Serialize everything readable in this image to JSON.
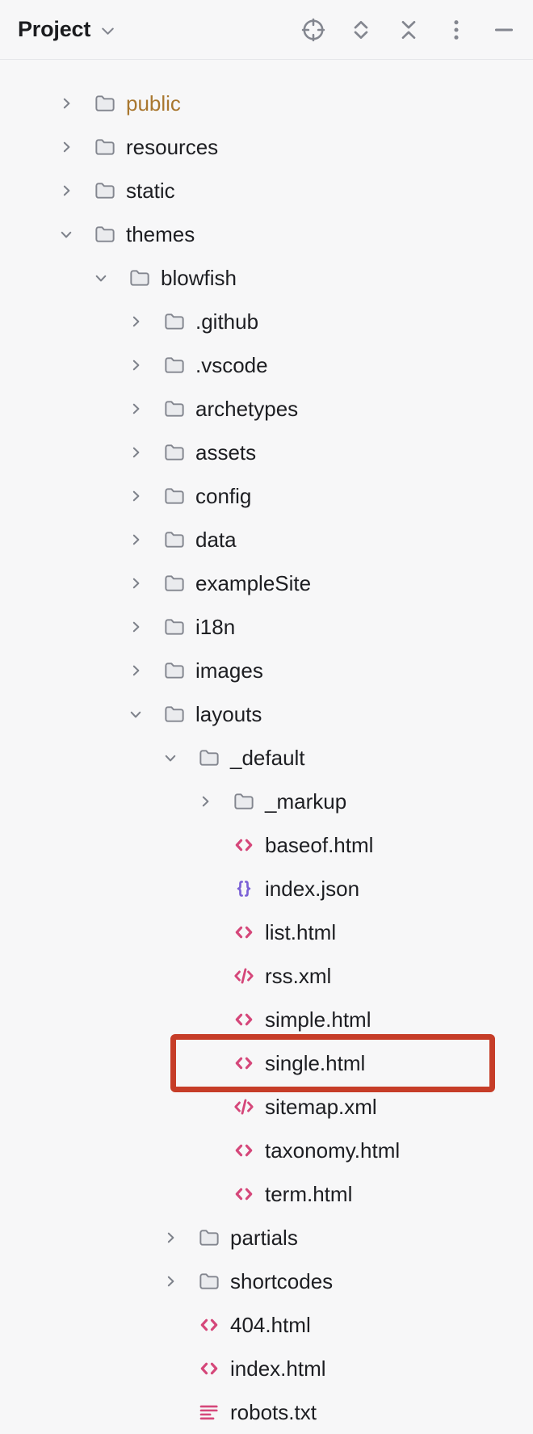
{
  "header": {
    "title": "Project",
    "actions": [
      {
        "name": "locate-file-button",
        "icon": "target-icon"
      },
      {
        "name": "expand-all-button",
        "icon": "expand-all-icon"
      },
      {
        "name": "collapse-all-button",
        "icon": "collapse-all-icon"
      },
      {
        "name": "more-options-button",
        "icon": "kebab-menu-icon"
      },
      {
        "name": "hide-panel-button",
        "icon": "minimize-icon"
      }
    ]
  },
  "colors": {
    "text_default": "#1d1e22",
    "text_excluded_folder": "#a9772f",
    "icon_gray": "#83868f",
    "folder_fill": "#eaebee",
    "chevron_gray": "#7e828b",
    "html_pink": "#d5477a",
    "json_purple": "#7b61d6",
    "highlight_red": "#c63d28",
    "background": "#f7f7f8"
  },
  "tree": {
    "items": [
      {
        "label": "public",
        "level": 0,
        "icon": "folder",
        "twisty": "collapsed",
        "excluded": true
      },
      {
        "label": "resources",
        "level": 0,
        "icon": "folder",
        "twisty": "collapsed"
      },
      {
        "label": "static",
        "level": 0,
        "icon": "folder",
        "twisty": "collapsed"
      },
      {
        "label": "themes",
        "level": 0,
        "icon": "folder",
        "twisty": "expanded"
      },
      {
        "label": "blowfish",
        "level": 1,
        "icon": "folder",
        "twisty": "expanded"
      },
      {
        "label": ".github",
        "level": 2,
        "icon": "folder",
        "twisty": "collapsed"
      },
      {
        "label": ".vscode",
        "level": 2,
        "icon": "folder",
        "twisty": "collapsed"
      },
      {
        "label": "archetypes",
        "level": 2,
        "icon": "folder",
        "twisty": "collapsed"
      },
      {
        "label": "assets",
        "level": 2,
        "icon": "folder",
        "twisty": "collapsed"
      },
      {
        "label": "config",
        "level": 2,
        "icon": "folder",
        "twisty": "collapsed"
      },
      {
        "label": "data",
        "level": 2,
        "icon": "folder",
        "twisty": "collapsed"
      },
      {
        "label": "exampleSite",
        "level": 2,
        "icon": "folder",
        "twisty": "collapsed"
      },
      {
        "label": "i18n",
        "level": 2,
        "icon": "folder",
        "twisty": "collapsed"
      },
      {
        "label": "images",
        "level": 2,
        "icon": "folder",
        "twisty": "collapsed"
      },
      {
        "label": "layouts",
        "level": 2,
        "icon": "folder",
        "twisty": "expanded"
      },
      {
        "label": "_default",
        "level": 3,
        "icon": "folder",
        "twisty": "expanded"
      },
      {
        "label": "_markup",
        "level": 4,
        "icon": "folder",
        "twisty": "collapsed"
      },
      {
        "label": "baseof.html",
        "level": 4,
        "icon": "html"
      },
      {
        "label": "index.json",
        "level": 4,
        "icon": "json"
      },
      {
        "label": "list.html",
        "level": 4,
        "icon": "html"
      },
      {
        "label": "rss.xml",
        "level": 4,
        "icon": "xml"
      },
      {
        "label": "simple.html",
        "level": 4,
        "icon": "html"
      },
      {
        "label": "single.html",
        "level": 4,
        "icon": "html",
        "highlighted": true
      },
      {
        "label": "sitemap.xml",
        "level": 4,
        "icon": "xml"
      },
      {
        "label": "taxonomy.html",
        "level": 4,
        "icon": "html"
      },
      {
        "label": "term.html",
        "level": 4,
        "icon": "html"
      },
      {
        "label": "partials",
        "level": 3,
        "icon": "folder",
        "twisty": "collapsed"
      },
      {
        "label": "shortcodes",
        "level": 3,
        "icon": "folder",
        "twisty": "collapsed"
      },
      {
        "label": "404.html",
        "level": 3,
        "icon": "html"
      },
      {
        "label": "index.html",
        "level": 3,
        "icon": "html"
      },
      {
        "label": "robots.txt",
        "level": 3,
        "icon": "txt"
      }
    ]
  },
  "annotation": {
    "shape": "rectangle",
    "target": "single.html"
  }
}
